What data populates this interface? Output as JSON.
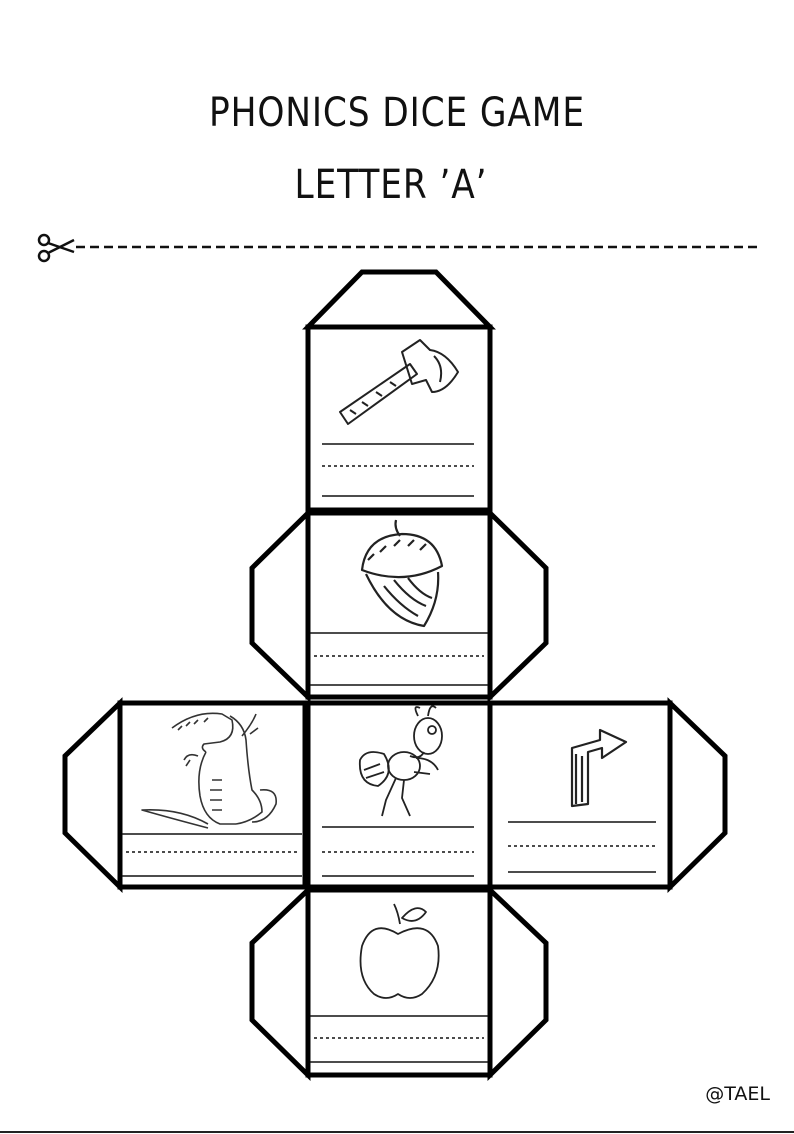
{
  "title": "PHONICS DICE GAME",
  "subtitle": "LETTER ’A’",
  "credit": "@TAEL",
  "cut_icon": "scissors-icon",
  "faces": [
    {
      "id": "top",
      "picture": "axe-icon"
    },
    {
      "id": "upper-middle",
      "picture": "acorn-icon"
    },
    {
      "id": "left",
      "picture": "alligator-icon"
    },
    {
      "id": "center",
      "picture": "ant-icon"
    },
    {
      "id": "right",
      "picture": "arrow-icon"
    },
    {
      "id": "bottom",
      "picture": "apple-icon"
    }
  ]
}
